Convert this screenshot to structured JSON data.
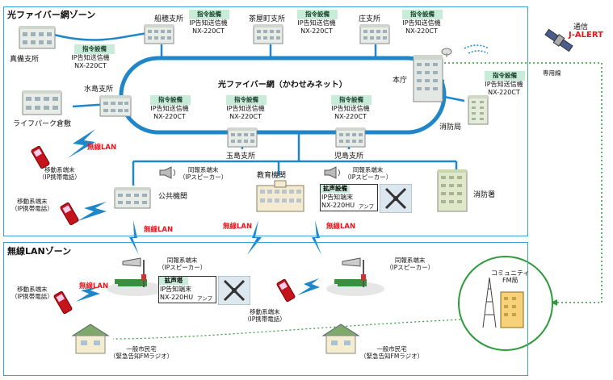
{
  "zones": {
    "fiber_zone_title": "光ファイバー網ゾーン",
    "lan_zone_title": "無線LANゾーン",
    "ring_label": "光ファイバー網（かわせみネット）"
  },
  "tags": {
    "command": "指令設備",
    "expansion": "拡声設備",
    "loudspeaker": "拡声塔"
  },
  "device": {
    "ip_transmitter_line1": "IP告知送信機",
    "ip_transmitter_line2": "NX-220CT",
    "ip_receiver_line1": "IP告知端末",
    "ip_receiver_line2": "NX-220HU",
    "amp": "アンプ"
  },
  "branches": {
    "funao": "船穂支所",
    "chayamachi": "茶屋町支所",
    "sho": "庄支所",
    "mabi": "真備支所",
    "mizushima": "水島支所",
    "honcho": "本庁",
    "lifepark": "ライフパーク倉敷",
    "shobokyoku": "消防局",
    "tamashima": "玉島支所",
    "kojima": "児島支所",
    "public": "公共機関",
    "education": "教育機関",
    "shoboshо": "消防署"
  },
  "satellite": {
    "title": "通信",
    "name": "J-ALERT",
    "line": "専用線"
  },
  "terminals": {
    "mobile_line1": "移動系端末",
    "mobile_line2": "（IP携帯電話）",
    "broadcast_line1": "同報系端末",
    "broadcast_line2": "（IPスピーカー）",
    "wireless_lan": "無線LAN",
    "resident_line1": "一般市民宅",
    "resident_line2": "（緊急告知FMラジオ）"
  },
  "fm": {
    "line1": "コミュニティ",
    "line2": "FM局"
  },
  "colors": {
    "zone_border": "#3aa0d8",
    "ring": "#1f87c9",
    "tag_bg": "#c9ebd9",
    "alert_red": "#e8161c",
    "dotted_green": "#2e9b3a"
  }
}
